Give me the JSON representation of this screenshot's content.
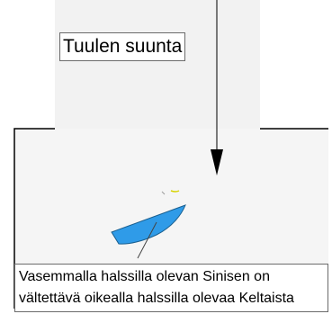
{
  "wind": {
    "label": "Tuulen suunta"
  },
  "caption": {
    "line1": "Vasemmalla halssilla olevan Sinisen on",
    "line2": "vältettävä oikealla halssilla olevaa Keltaista"
  },
  "boats": {
    "blue": {
      "color": "#2f9be8",
      "tack": "port"
    },
    "yellow": {
      "color": "#d7d300",
      "tack": "starboard"
    }
  },
  "colors": {
    "background": "#ffffff",
    "upper_area": "#f2f2f2",
    "lower_area": "#f5f5f5",
    "lines": "#000000",
    "box_border": "#6b6b6b"
  }
}
